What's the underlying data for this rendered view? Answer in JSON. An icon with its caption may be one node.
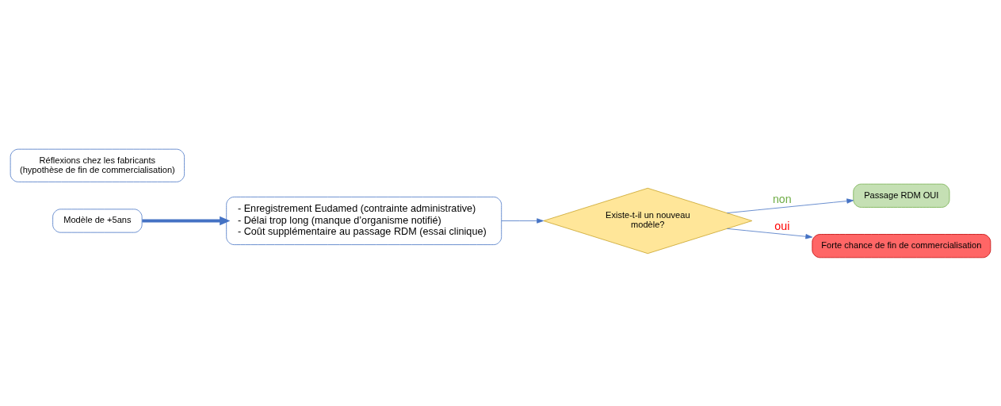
{
  "diagram": {
    "nodes": [
      {
        "text": [
          "Modèle de +5ans"
        ]
      },
      {
        "text": [
          "Réflexions chez les fabricants",
          "(hypothèse de fin de commercialisation)"
        ]
      },
      {
        "text": [
          "- Enregistrement Eudamed (contrainte administrative)",
          "- Délai trop long (manque d’organisme notifié)",
          "- Coût supplémentaire au passage RDM (essai clinique)"
        ]
      },
      {
        "text": [
          "Existe-t-il un nouveau modèle?"
        ]
      },
      {
        "text": [
          "Passage RDM OUI"
        ]
      },
      {
        "text": [
          "Forte chance de fin de commercialisation"
        ]
      }
    ],
    "edges": [
      {
        "from": 0,
        "to": 2,
        "arrow": "to",
        "style": "thick"
      },
      {
        "from": 2,
        "to": 3,
        "arrow": "to"
      },
      {
        "from": 3,
        "to": 4,
        "arrow": "to",
        "label": "non"
      },
      {
        "from": 3,
        "to": 5,
        "arrow": "to",
        "label": "oui"
      }
    ]
  }
}
